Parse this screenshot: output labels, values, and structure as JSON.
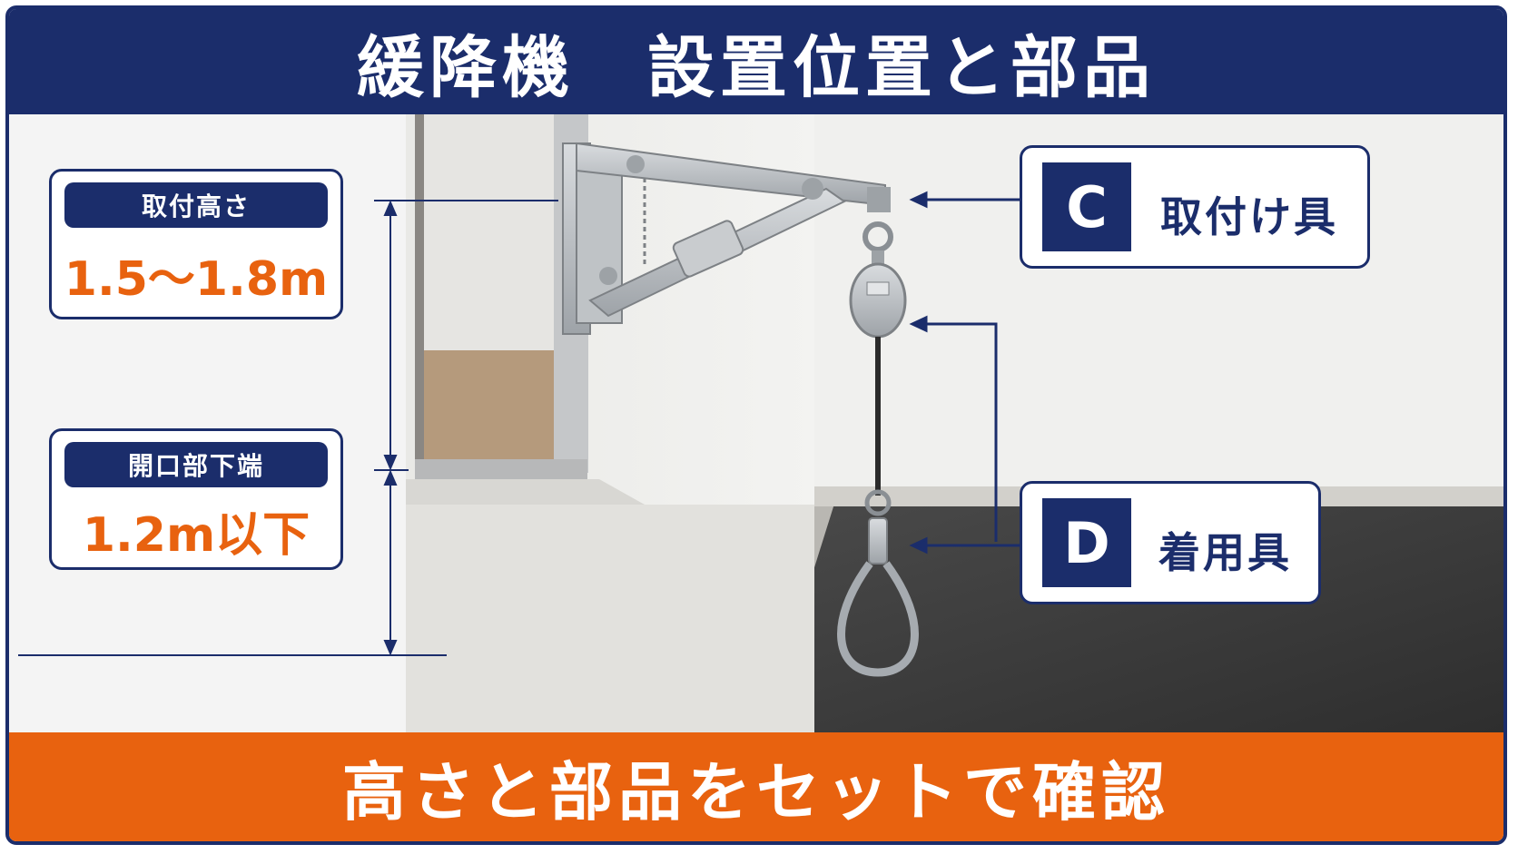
{
  "header": {
    "title": "緩降機　設置位置と部品"
  },
  "labels": {
    "mount_height": {
      "title": "取付高さ",
      "value": "1.5〜1.8m"
    },
    "opening_bottom": {
      "title": "開口部下端",
      "value": "1.2m以下"
    }
  },
  "parts": [
    {
      "letter": "C",
      "name": "取付け具"
    },
    {
      "letter": "D",
      "name": "着用具"
    }
  ],
  "footer": {
    "text": "高さと部品をセットで確認"
  },
  "colors": {
    "navy": "#1b2d6b",
    "orange": "#e8620f"
  }
}
